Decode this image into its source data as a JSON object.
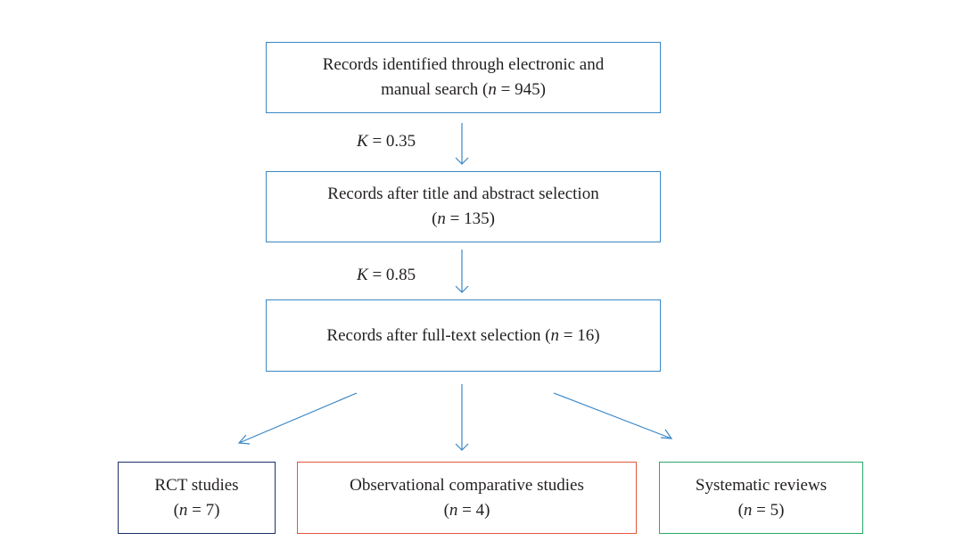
{
  "boxes": {
    "identified": {
      "line1": "Records identified through electronic and",
      "line2_pre": "manual search (",
      "n": "n",
      "line2_post": " = 945)"
    },
    "title_abstract": {
      "line1": "Records after title and abstract selection",
      "line2_pre": "(",
      "n": "n",
      "line2_post": " = 135)"
    },
    "full_text": {
      "line1_pre": "Records after full-text selection (",
      "n": "n",
      "line1_post": " = 16)"
    },
    "rct": {
      "line1": "RCT studies",
      "line2_pre": "(",
      "n": "n",
      "line2_post": " = 7)"
    },
    "observational": {
      "line1": "Observational comparative studies",
      "line2_pre": "(",
      "n": "n",
      "line2_post": " = 4)"
    },
    "systematic": {
      "line1": "Systematic reviews",
      "line2_pre": "(",
      "n": "n",
      "line2_post": " = 5)"
    }
  },
  "kappas": {
    "k1": {
      "symbol": "K",
      "value": " = 0.35"
    },
    "k2": {
      "symbol": "K",
      "value": " = 0.85"
    }
  },
  "colors": {
    "arrow": "#3a87c6",
    "blue_box": "#3a87c6",
    "navy_box": "#1c2f6b",
    "red_box": "#e2563a",
    "green_box": "#2aa86a"
  }
}
